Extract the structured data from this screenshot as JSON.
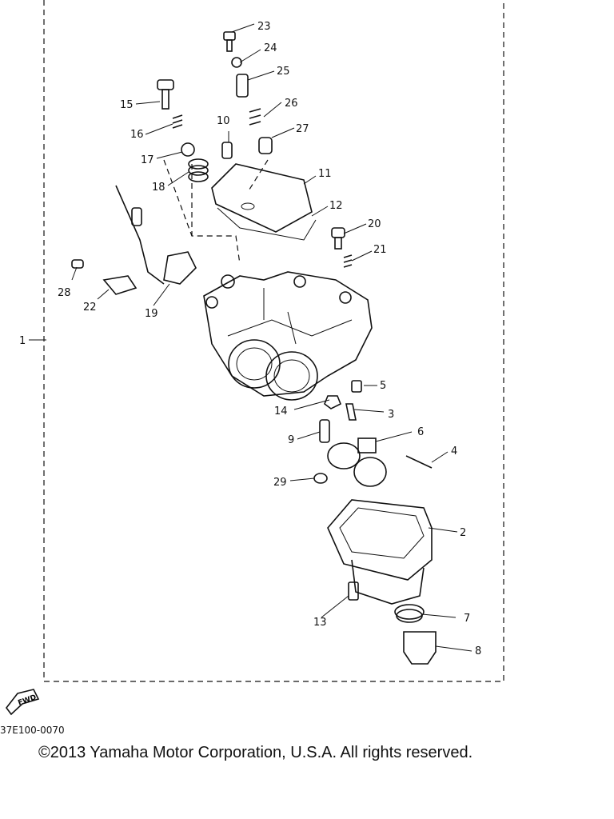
{
  "diagram": {
    "callouts": [
      "1",
      "2",
      "3",
      "4",
      "5",
      "6",
      "7",
      "8",
      "9",
      "10",
      "11",
      "12",
      "13",
      "14",
      "15",
      "16",
      "17",
      "18",
      "19",
      "20",
      "21",
      "22",
      "23",
      "24",
      "25",
      "26",
      "27",
      "28",
      "29"
    ],
    "fwd_label": "FWD"
  },
  "footer": {
    "ref_code": "37E100-0070",
    "copyright": "©2013 Yamaha Motor Corporation, U.S.A. All rights reserved."
  }
}
